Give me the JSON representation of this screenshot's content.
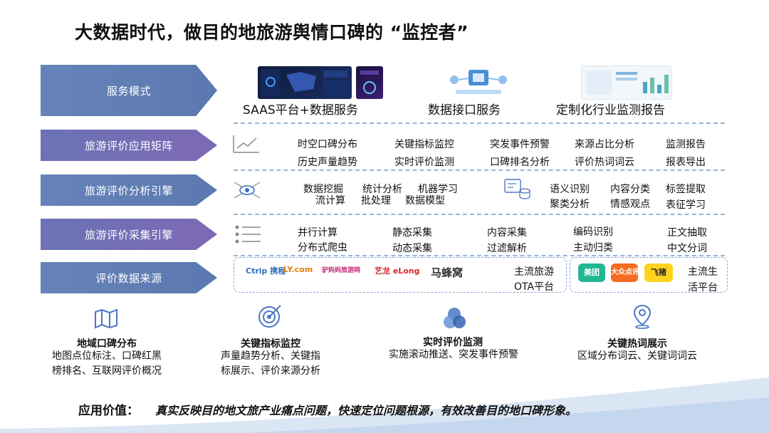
{
  "title": "大数据时代，做目的地旅游舆情口碑的 “监控者”",
  "rows": [
    {
      "label": "服务模式"
    },
    {
      "label": "旅游评价应用矩阵"
    },
    {
      "label": "旅游评价分析引擎"
    },
    {
      "label": "旅游评价采集引擎"
    },
    {
      "label": "评价数据来源"
    }
  ],
  "service": {
    "saas": "SAAS平台+数据服务",
    "api": "数据接口服务",
    "report": "定制化行业监测报告"
  },
  "matrix": {
    "c1a": "时空口碑分布",
    "c1b": "历史声量趋势",
    "c2a": "关键指标监控",
    "c2b": "实时评价监测",
    "c3a": "突发事件预警",
    "c3b": "口碑排名分析",
    "c4a": "来源占比分析",
    "c4b": "评价热词词云",
    "c5a": "监测报告",
    "c5b": "报表导出"
  },
  "analysis": {
    "a1": "数据挖掘",
    "a2": "统计分析",
    "a3": "机器学习",
    "a4": "流计算",
    "a5": "批处理",
    "a6": "数据模型",
    "b1": "语义识别",
    "b2": "内容分类",
    "b3": "标签提取",
    "b4": "聚类分析",
    "b5": "情感观点",
    "b6": "表征学习"
  },
  "collect": {
    "c1a": "并行计算",
    "c1b": "分布式爬虫",
    "c2a": "静态采集",
    "c2b": "动态采集",
    "c3a": "内容采集",
    "c3b": "过滤解析",
    "c4a": "编码识别",
    "c4b": "主动归类",
    "c5a": "正文抽取",
    "c5b": "中文分词"
  },
  "sources": {
    "ota_logos": [
      "Ctrip 携程",
      "LY.com",
      "驴妈妈旅游网",
      "艺龙 eLong",
      "马蜂窝"
    ],
    "ota_label_1": "主流旅游",
    "ota_label_2": "OTA平台",
    "life_logos": [
      "美团",
      "大众点评",
      "飞猪"
    ],
    "life_label_1": "主流生",
    "life_label_2": "活平台"
  },
  "features": [
    {
      "title": "地域口碑分布",
      "desc1": "地图点位标注、口碑红黑",
      "desc2": "榜排名、互联网评价概况"
    },
    {
      "title": "关键指标监控",
      "desc1": "声量趋势分析、关键指",
      "desc2": "标展示、评价来源分析"
    },
    {
      "title": "实时评价监测",
      "desc1": "实施滚动推送、突发事件预警",
      "desc2": ""
    },
    {
      "title": "关键热词展示",
      "desc1": "区域分布词云、关键词词云",
      "desc2": ""
    }
  ],
  "value": {
    "label": "应用价值：",
    "text": "真实反映目的地文旅产业痛点问题，快速定位问题根源，有效改善目的地口碑形象。"
  },
  "colors": {
    "ribbon_blue": "#5b79b0",
    "ribbon_purple": "#7469b4",
    "icon_blue": "#4a77c4",
    "dash": "#9bb3d8"
  },
  "icons": [
    "map-icon",
    "target-icon",
    "circles-icon",
    "location-pin-icon",
    "trend-chart-icon",
    "eye-chip-icon",
    "list-icon",
    "database-icon"
  ]
}
